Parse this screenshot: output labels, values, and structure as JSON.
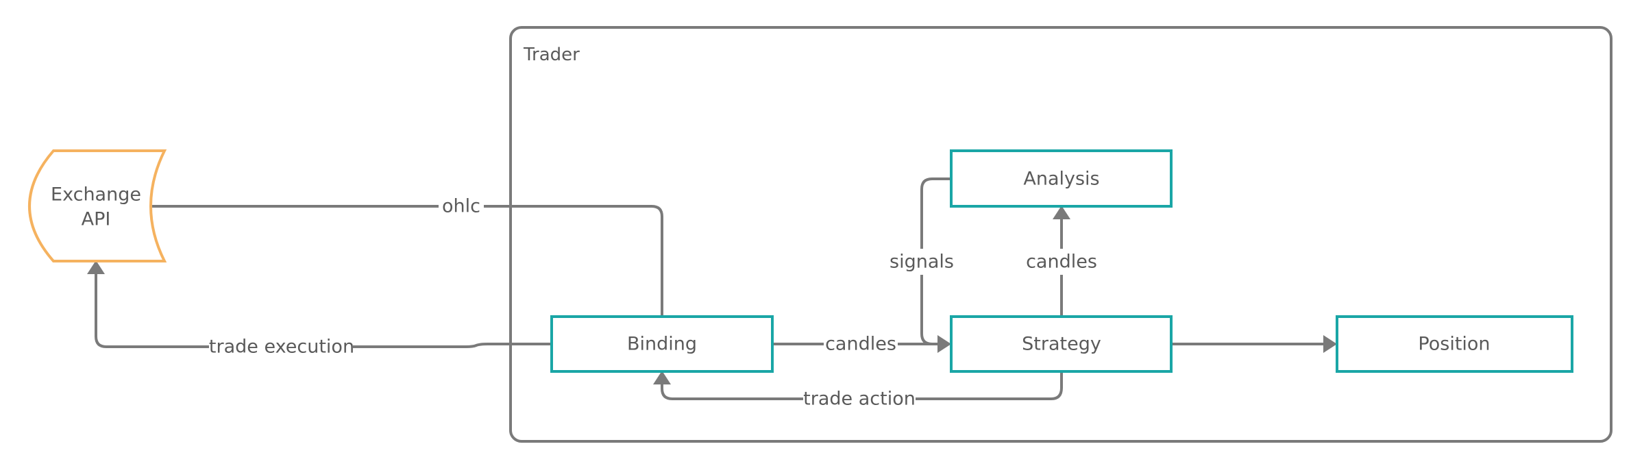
{
  "diagram": {
    "container": {
      "title": "Trader"
    },
    "nodes": {
      "exchange_api": {
        "line1": "Exchange",
        "line2": "API"
      },
      "binding": {
        "label": "Binding"
      },
      "analysis": {
        "label": "Analysis"
      },
      "strategy": {
        "label": "Strategy"
      },
      "position": {
        "label": "Position"
      }
    },
    "edges": {
      "ohlc": "ohlc",
      "trade_execution": "trade execution",
      "binding_to_strategy": "candles",
      "strategy_to_analysis": "candles",
      "signals": "signals",
      "trade_action": "trade action"
    },
    "colors": {
      "container_border": "#7a7a7a",
      "node_border": "#1aa6a6",
      "api_border": "#f5b25f",
      "edge": "#7a7a7a",
      "text": "#5a5a5a"
    }
  }
}
